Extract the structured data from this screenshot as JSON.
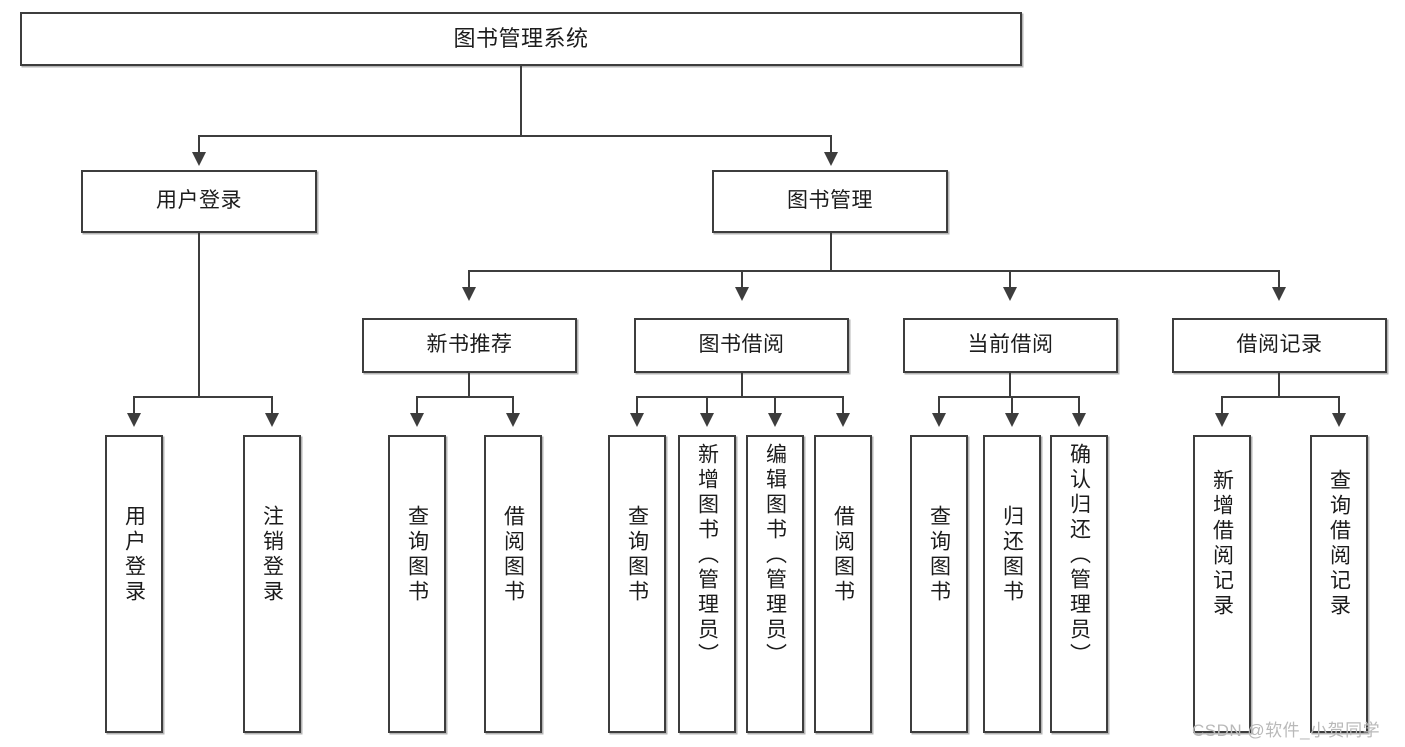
{
  "diagram": {
    "title": "图书管理系统",
    "root": {
      "label": "图书管理系统"
    },
    "level2": [
      {
        "label": "用户登录"
      },
      {
        "label": "图书管理"
      }
    ],
    "level3": [
      {
        "label": "新书推荐"
      },
      {
        "label": "图书借阅"
      },
      {
        "label": "当前借阅"
      },
      {
        "label": "借阅记录"
      }
    ],
    "leaves": {
      "user_login": [
        {
          "label": "用户登录"
        },
        {
          "label": "注销登录"
        }
      ],
      "new_book_recommend": [
        {
          "label": "查询图书"
        },
        {
          "label": "借阅图书"
        }
      ],
      "book_borrow": [
        {
          "label": "查询图书"
        },
        {
          "label": "新增图书（管理员）"
        },
        {
          "label": "编辑图书（管理员）"
        },
        {
          "label": "借阅图书"
        }
      ],
      "current_borrow": [
        {
          "label": "查询图书"
        },
        {
          "label": "归还图书"
        },
        {
          "label": "确认归还（管理员）"
        }
      ],
      "borrow_record": [
        {
          "label": "新增借阅记录"
        },
        {
          "label": "查询借阅记录"
        }
      ]
    }
  },
  "watermark": {
    "text": "CSDN @软件_小贺同学"
  },
  "colors": {
    "border": "#3d3d3d",
    "background": "#ffffff",
    "text": "#1c1c1c",
    "watermark": "#b9b9b9"
  }
}
